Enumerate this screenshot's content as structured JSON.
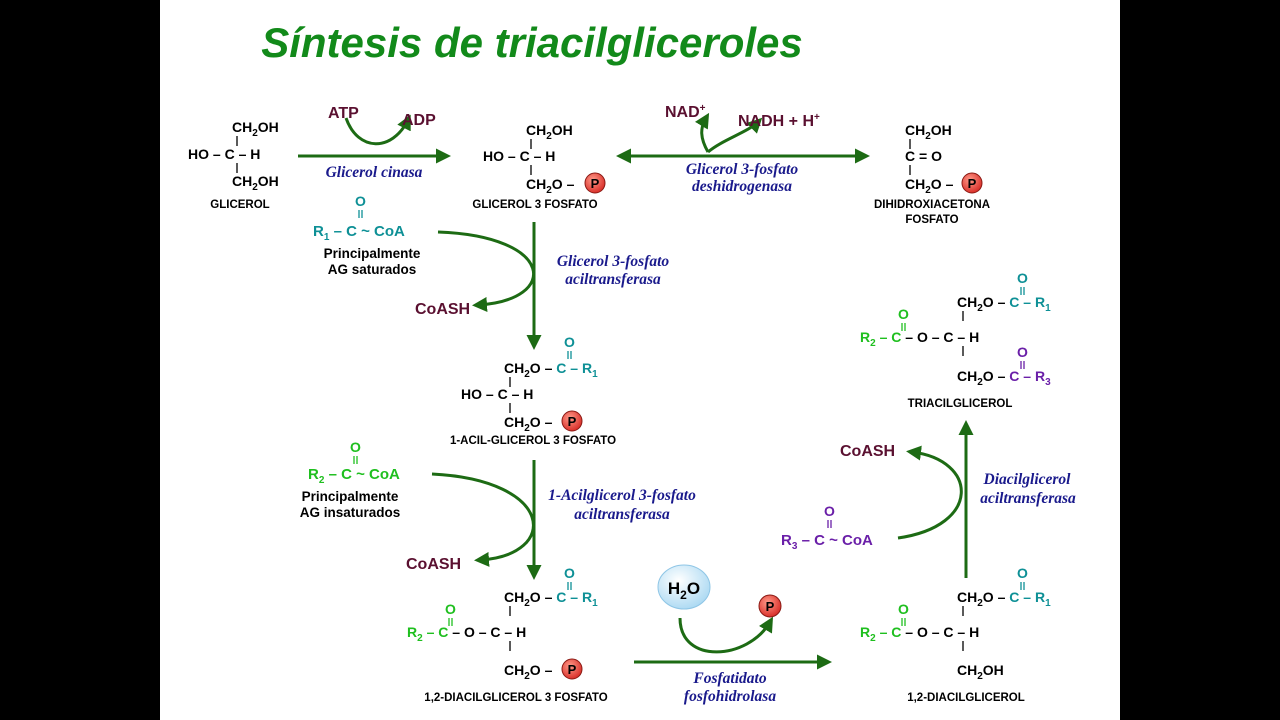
{
  "title": "Síntesis de triacilgliceroles",
  "molecules": {
    "glicerol": {
      "name": "GLICEROL"
    },
    "g3p": {
      "name": "GLICEROL 3 FOSFATO"
    },
    "dhap": {
      "name_line1": "DIHIDROXIACETONA",
      "name_line2": "FOSFATO"
    },
    "acil_g3p": {
      "name": "1-ACIL-GLICEROL 3 FOSFATO"
    },
    "dag3p": {
      "name": "1,2-DIACILGLICEROL 3 FOSFATO"
    },
    "dag": {
      "name": "1,2-DIACILGLICEROL"
    },
    "tag": {
      "name": "TRIACILGLICEROL"
    }
  },
  "acyl_notes": {
    "r1": {
      "line1": "Principalmente",
      "line2": "AG saturados"
    },
    "r2": {
      "line1": "Principalmente",
      "line2": "AG insaturados"
    }
  },
  "enzymes": {
    "glicerol_cinasa": "Glicerol cinasa",
    "g3p_dh_line1": "Glicerol 3-fosfato",
    "g3p_dh_line2": "deshidrogenasa",
    "g3p_at_line1": "Glicerol 3-fosfato",
    "g3p_at_line2": "aciltransferasa",
    "agp_at_line1": "1-Acilglicerol 3-fosfato",
    "agp_at_line2": "aciltransferasa",
    "fosfohidrolasa_line1": "Fosfatidato",
    "fosfohidrolasa_line2": "fosfohidrolasa",
    "dag_at_line1": "Diacilglicerol",
    "dag_at_line2": "aciltransferasa"
  },
  "cofactors": {
    "atp": "ATP",
    "adp": "ADP",
    "nad": "NAD",
    "nadh": "NADH + H",
    "coash": "CoASH",
    "water": "H2O",
    "phosphate": "P"
  },
  "colors": {
    "title": "#128a1a",
    "arrow": "#1d6b14",
    "enzyme": "#1a1a8c",
    "cofactor": "#5a1030",
    "r1": "#0e9096",
    "r2": "#1fbf1f",
    "r3": "#6a1fa8",
    "phosphate": "#e8453c",
    "water_bubble": "#cde9f7"
  }
}
